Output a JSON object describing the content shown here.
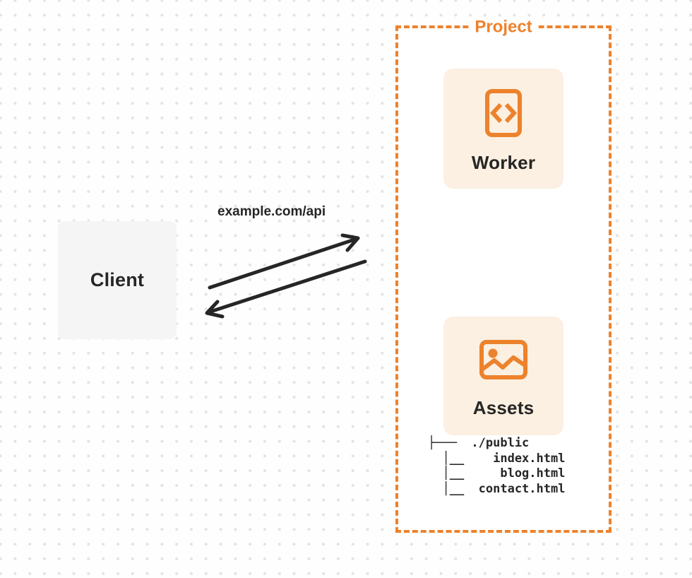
{
  "client": {
    "label": "Client"
  },
  "request_label": "example.com/api",
  "project": {
    "label": "Project",
    "worker": {
      "label": "Worker",
      "icon": "code-file-icon"
    },
    "assets": {
      "label": "Assets",
      "icon": "image-icon"
    },
    "file_tree": {
      "root": "./public",
      "files": [
        "index.html",
        "blog.html",
        "contact.html"
      ],
      "ascii": [
        "├───  ./public",
        "  │__    index.html",
        "  │__     blog.html",
        "  │__  contact.html"
      ]
    }
  },
  "colors": {
    "accent": "#ED822D",
    "card_bg": "#FBF0E1",
    "client_bg": "#F5F5F5",
    "ink": "#262626",
    "dot_grid": "#E3E3E3"
  }
}
